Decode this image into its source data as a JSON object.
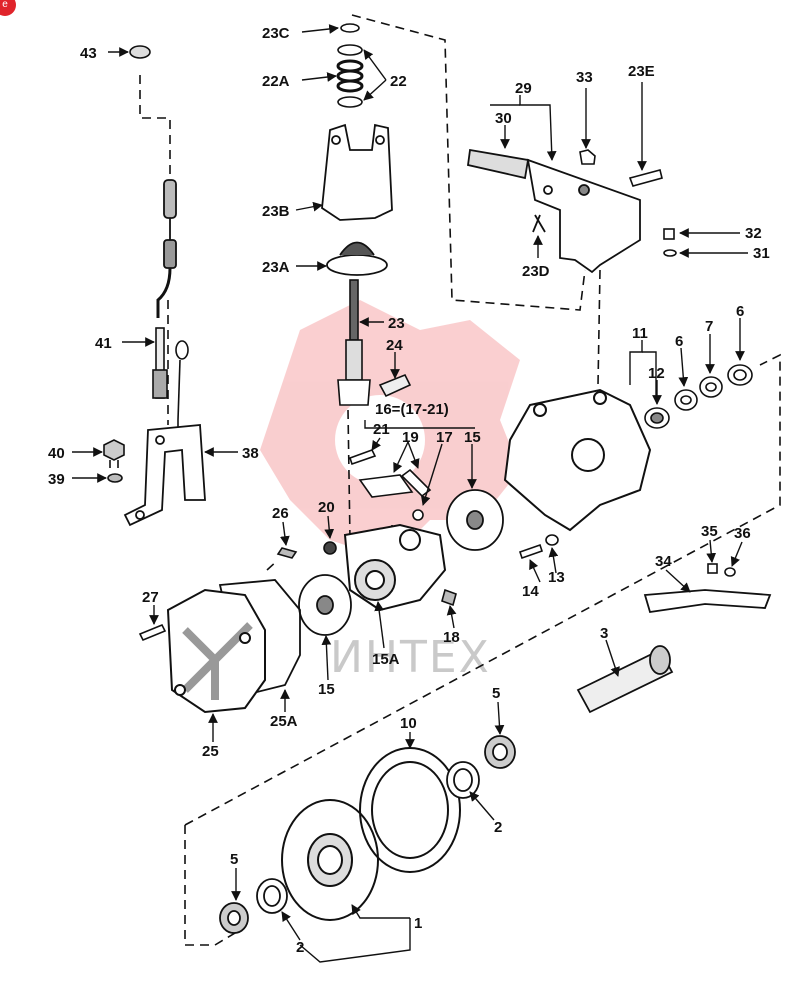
{
  "badge": {
    "text": "e",
    "color": "#e0242b"
  },
  "watermark": {
    "text": "ИНТЕХ",
    "logo_color": "#e8262b"
  },
  "labels": {
    "l1": "1",
    "l2a": "2",
    "l2b": "2",
    "l3": "3",
    "l5a": "5",
    "l5b": "5",
    "l6a": "6",
    "l6b": "6",
    "l7": "7",
    "l10": "10",
    "l11": "11",
    "l12": "12",
    "l13": "13",
    "l14": "14",
    "l15a": "15",
    "l15b": "15",
    "l15A": "15A",
    "l16": "16=(17-21)",
    "l17": "17",
    "l18": "18",
    "l19": "19",
    "l20": "20",
    "l21": "21",
    "l22": "22",
    "l22A": "22A",
    "l23": "23",
    "l23A": "23A",
    "l23B": "23B",
    "l23C": "23C",
    "l23D": "23D",
    "l23E": "23E",
    "l24": "24",
    "l25": "25",
    "l25A": "25A",
    "l26": "26",
    "l27": "27",
    "l29": "29",
    "l30": "30",
    "l31": "31",
    "l32": "32",
    "l33": "33",
    "l34": "34",
    "l35": "35",
    "l36": "36",
    "l38": "38",
    "l39": "39",
    "l40": "40",
    "l41": "41",
    "l43": "43"
  }
}
